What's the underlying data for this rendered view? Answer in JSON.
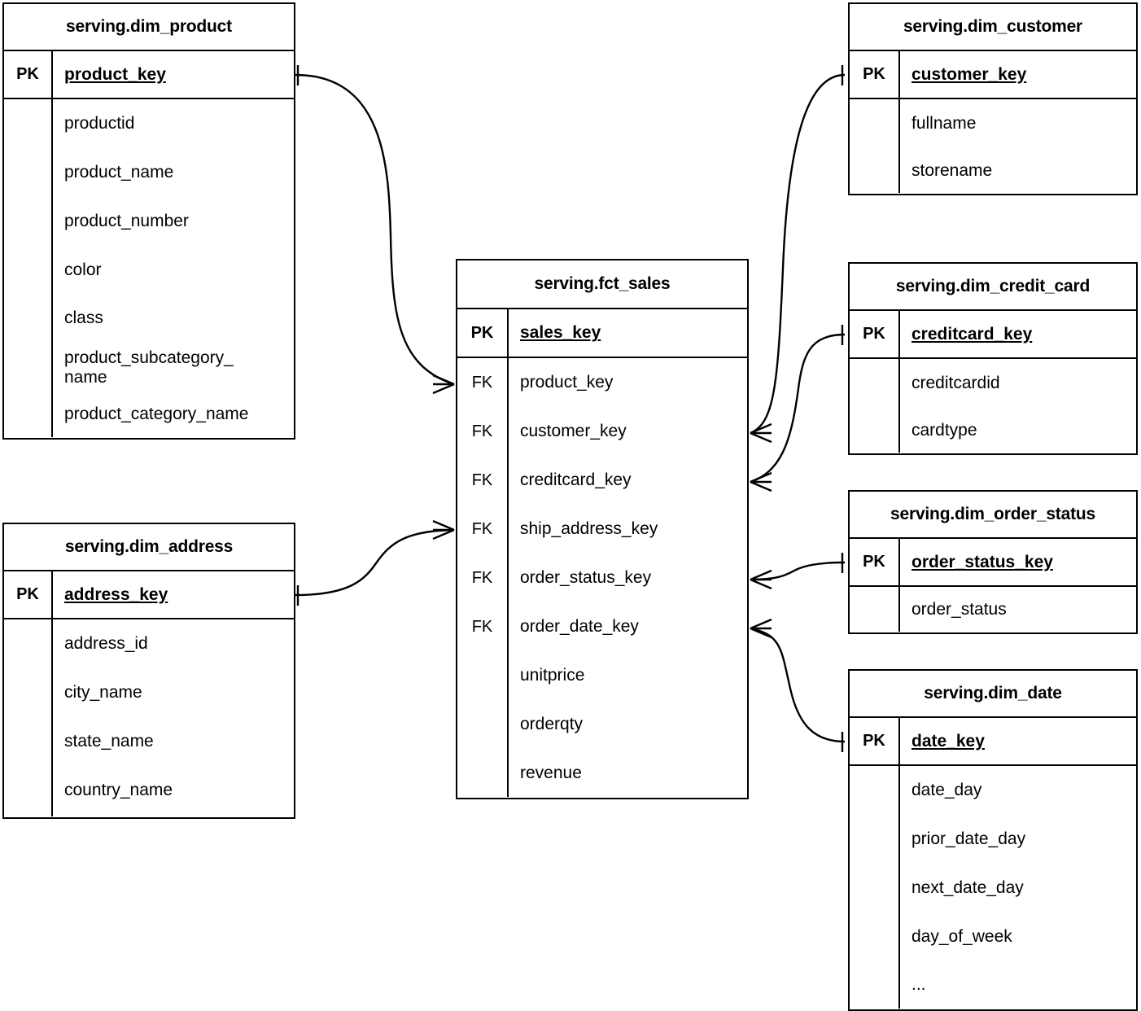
{
  "diagram": {
    "type": "entity-relationship-diagram",
    "notation": "crow's foot",
    "background_color": "#ffffff",
    "line_color": "#000000"
  },
  "entities": [
    {
      "id": "dim_product",
      "title": "serving.dim_product",
      "key_label": "PK",
      "key_field": "product_key",
      "attributes": [
        "productid",
        "product_name",
        "product_number",
        "color",
        "class",
        "product_subcategory_\nname",
        "product_category_name"
      ]
    },
    {
      "id": "dim_address",
      "title": "serving.dim_address",
      "key_label": "PK",
      "key_field": "address_key",
      "attributes": [
        "address_id",
        "city_name",
        "state_name",
        "country_name"
      ]
    },
    {
      "id": "fct_sales",
      "title": "serving.fct_sales",
      "key_label": "PK",
      "key_field": "sales_key",
      "fk_label": "FK",
      "fk_fields": [
        "product_key",
        "customer_key",
        "creditcard_key",
        "ship_address_key",
        "order_status_key",
        "order_date_key"
      ],
      "measures": [
        "unitprice",
        "orderqty",
        "revenue"
      ]
    },
    {
      "id": "dim_customer",
      "title": "serving.dim_customer",
      "key_label": "PK",
      "key_field": "customer_key",
      "attributes": [
        "fullname",
        "storename"
      ]
    },
    {
      "id": "dim_credit_card",
      "title": "serving.dim_credit_card",
      "key_label": "PK",
      "key_field": "creditcard_key",
      "attributes": [
        "creditcardid",
        "cardtype"
      ]
    },
    {
      "id": "dim_order_status",
      "title": "serving.dim_order_status",
      "key_label": "PK",
      "key_field": "order_status_key",
      "attributes": [
        "order_status"
      ]
    },
    {
      "id": "dim_date",
      "title": "serving.dim_date",
      "key_label": "PK",
      "key_field": "date_key",
      "attributes": [
        "date_day",
        "prior_date_day",
        "next_date_day",
        "day_of_week",
        "..."
      ]
    }
  ],
  "relationships": [
    {
      "id": "rel-product-sales",
      "from": "dim_product.product_key",
      "to": "fct_sales.product_key",
      "from_cardinality": "one",
      "to_cardinality": "many"
    },
    {
      "id": "rel-address-sales",
      "from": "dim_address.address_key",
      "to": "fct_sales.ship_address_key",
      "from_cardinality": "one",
      "to_cardinality": "many"
    },
    {
      "id": "rel-customer-sales",
      "from": "dim_customer.customer_key",
      "to": "fct_sales.customer_key",
      "from_cardinality": "one",
      "to_cardinality": "many"
    },
    {
      "id": "rel-creditcard-sales",
      "from": "dim_credit_card.creditcard_key",
      "to": "fct_sales.creditcard_key",
      "from_cardinality": "one",
      "to_cardinality": "many"
    },
    {
      "id": "rel-orderstatus-sales",
      "from": "dim_order_status.order_status_key",
      "to": "fct_sales.order_status_key",
      "from_cardinality": "one",
      "to_cardinality": "many"
    },
    {
      "id": "rel-date-sales",
      "from": "dim_date.date_key",
      "to": "fct_sales.order_date_key",
      "from_cardinality": "one",
      "to_cardinality": "many"
    }
  ]
}
